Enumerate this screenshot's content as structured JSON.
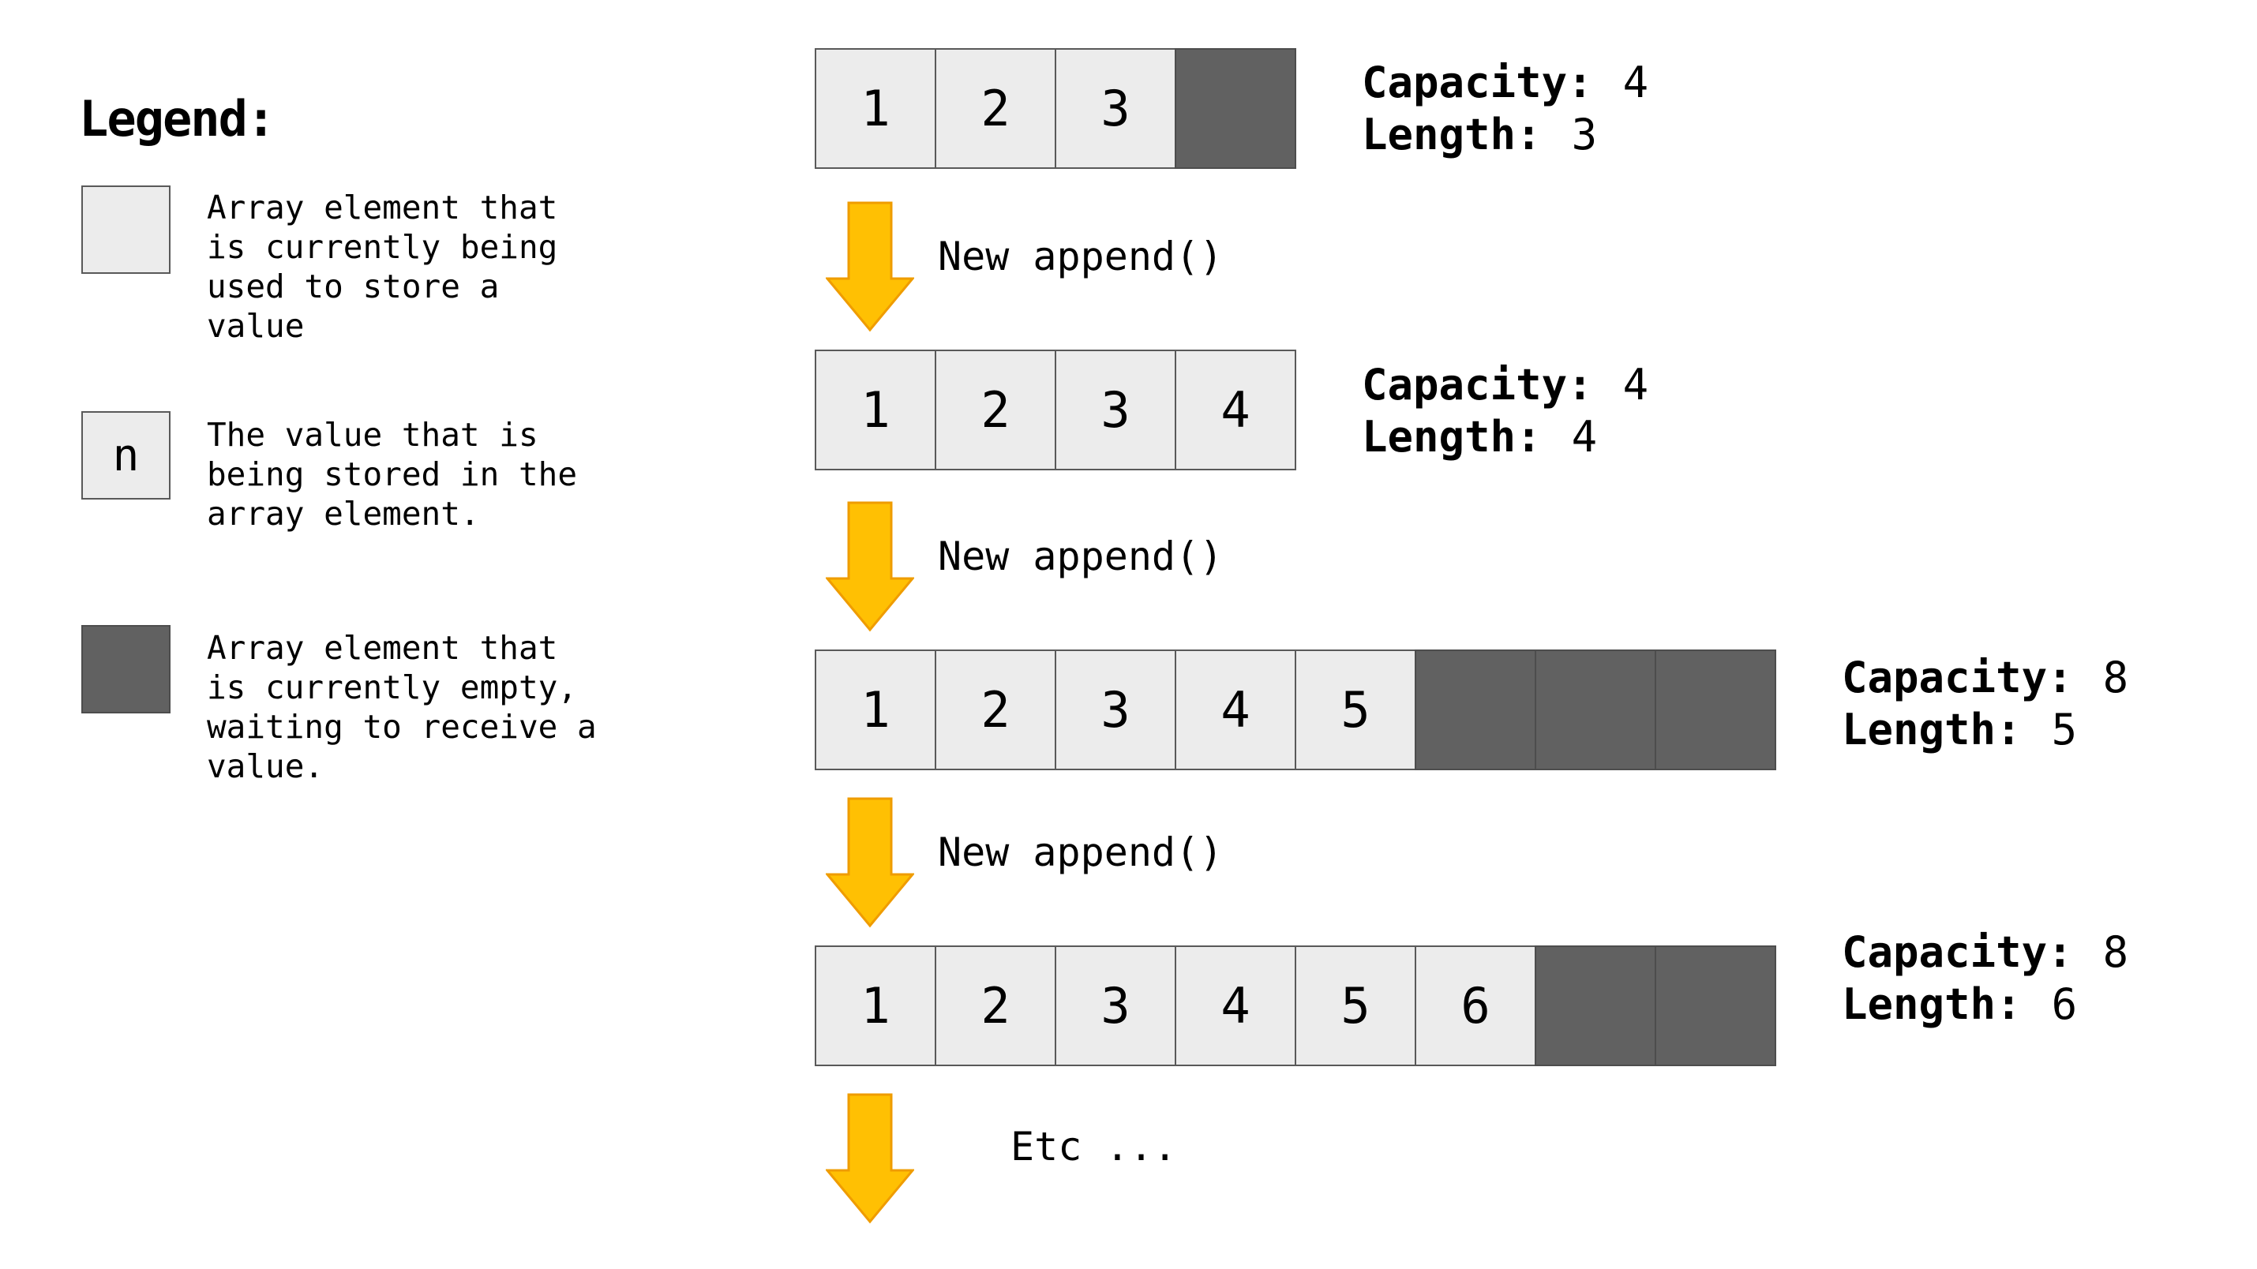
{
  "legend": {
    "title": "Legend:",
    "items": [
      {
        "kind": "used",
        "symbol": "",
        "lines": [
          "Array element that",
          "is currently being",
          "used to store a",
          "value"
        ]
      },
      {
        "kind": "value",
        "symbol": "n",
        "lines": [
          "The value that is",
          "being stored in the",
          "array element."
        ]
      },
      {
        "kind": "empty",
        "symbol": "",
        "lines": [
          "Array element that",
          "is currently empty,",
          "waiting to receive a",
          "value."
        ]
      }
    ]
  },
  "labels": {
    "capacity": "Capacity:",
    "length": "Length:",
    "append": "New append()",
    "etc": "Etc ..."
  },
  "steps": [
    {
      "values": [
        "1",
        "2",
        "3"
      ],
      "empty_cells": 1,
      "capacity": "4",
      "length": "3"
    },
    {
      "values": [
        "1",
        "2",
        "3",
        "4"
      ],
      "empty_cells": 0,
      "capacity": "4",
      "length": "4"
    },
    {
      "values": [
        "1",
        "2",
        "3",
        "4",
        "5"
      ],
      "empty_cells": 3,
      "capacity": "8",
      "length": "5"
    },
    {
      "values": [
        "1",
        "2",
        "3",
        "4",
        "5",
        "6"
      ],
      "empty_cells": 2,
      "capacity": "8",
      "length": "6"
    }
  ],
  "colors": {
    "background": "#ffffff",
    "cell_used_fill": "#ececec",
    "cell_empty_fill": "#616161",
    "cell_border": "#595959",
    "arrow_fill": "#ffc003",
    "arrow_outline": "#ef9c00",
    "text": "#000000"
  }
}
